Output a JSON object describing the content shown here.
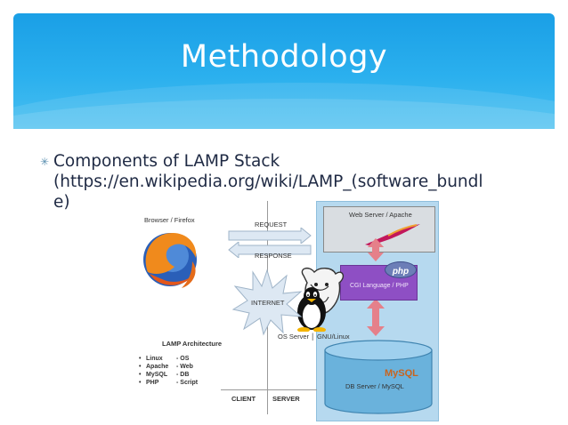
{
  "slide": {
    "title": "Methodology",
    "bullet_line1": "Components of LAMP Stack",
    "bullet_line2": "(https://en.wikipedia.org/wiki/LAMP_(software_bundl",
    "bullet_line3": "e)"
  },
  "diagram": {
    "browser_label": "Browser / Firefox",
    "request_label": "REQUEST",
    "response_label": "RESPONSE",
    "internet_label": "INTERNET",
    "web_server_label": "Web Server / Apache",
    "cgi_label": "CGI Language / PHP",
    "php_logo_text": "php",
    "os_server_label": "OS Server",
    "gnu_linux_label": "GNU/Linux",
    "db_server_label": "DB Server / MySQL",
    "mysql_logo_text": "MySQL",
    "client_label": "CLIENT",
    "server_label": "SERVER",
    "lamp_title": "LAMP Architecture",
    "lamp_items": [
      {
        "name": "Linux",
        "role": "- OS"
      },
      {
        "name": "Apache",
        "role": "- Web"
      },
      {
        "name": "MySQL",
        "role": "- DB"
      },
      {
        "name": "PHP",
        "role": "- Script"
      }
    ],
    "colors": {
      "header_blue": "#1a9fe6",
      "server_panel": "#b6d9ef",
      "cgi_purple": "#8e4fc4",
      "arrow_red": "#e5808a",
      "db_blue": "#6ab2dc"
    }
  }
}
